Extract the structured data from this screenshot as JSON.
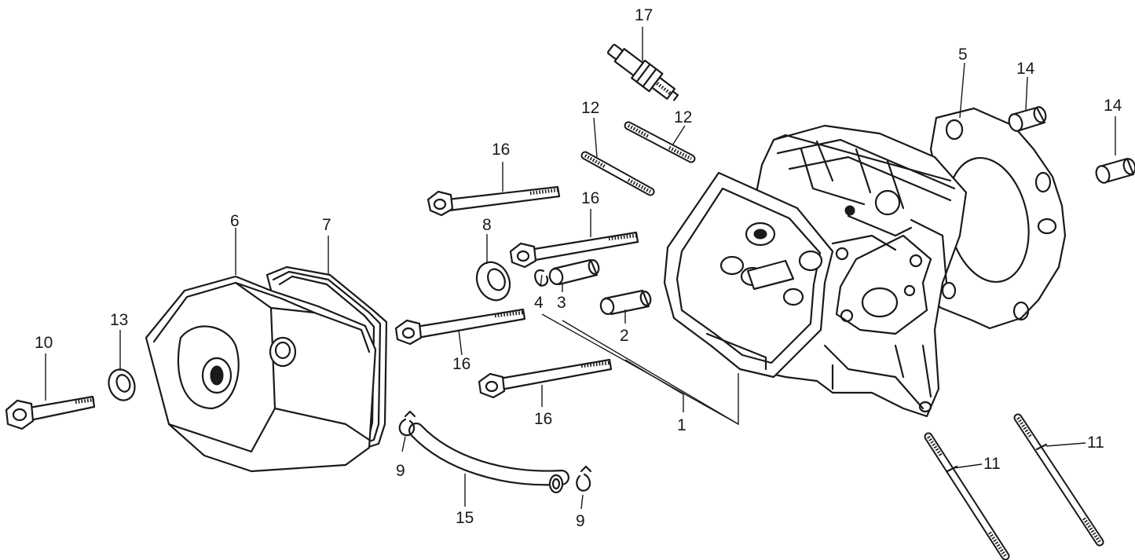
{
  "callouts": {
    "c1": "1",
    "c2": "2",
    "c3": "3",
    "c4": "4",
    "c5": "5",
    "c6": "6",
    "c7": "7",
    "c8": "8",
    "c9a": "9",
    "c9b": "9",
    "c10": "10",
    "c11a": "11",
    "c11b": "11",
    "c12a": "12",
    "c12b": "12",
    "c13": "13",
    "c14a": "14",
    "c14b": "14",
    "c15": "15",
    "c16a": "16",
    "c16b": "16",
    "c16c": "16",
    "c16d": "16",
    "c17": "17"
  }
}
